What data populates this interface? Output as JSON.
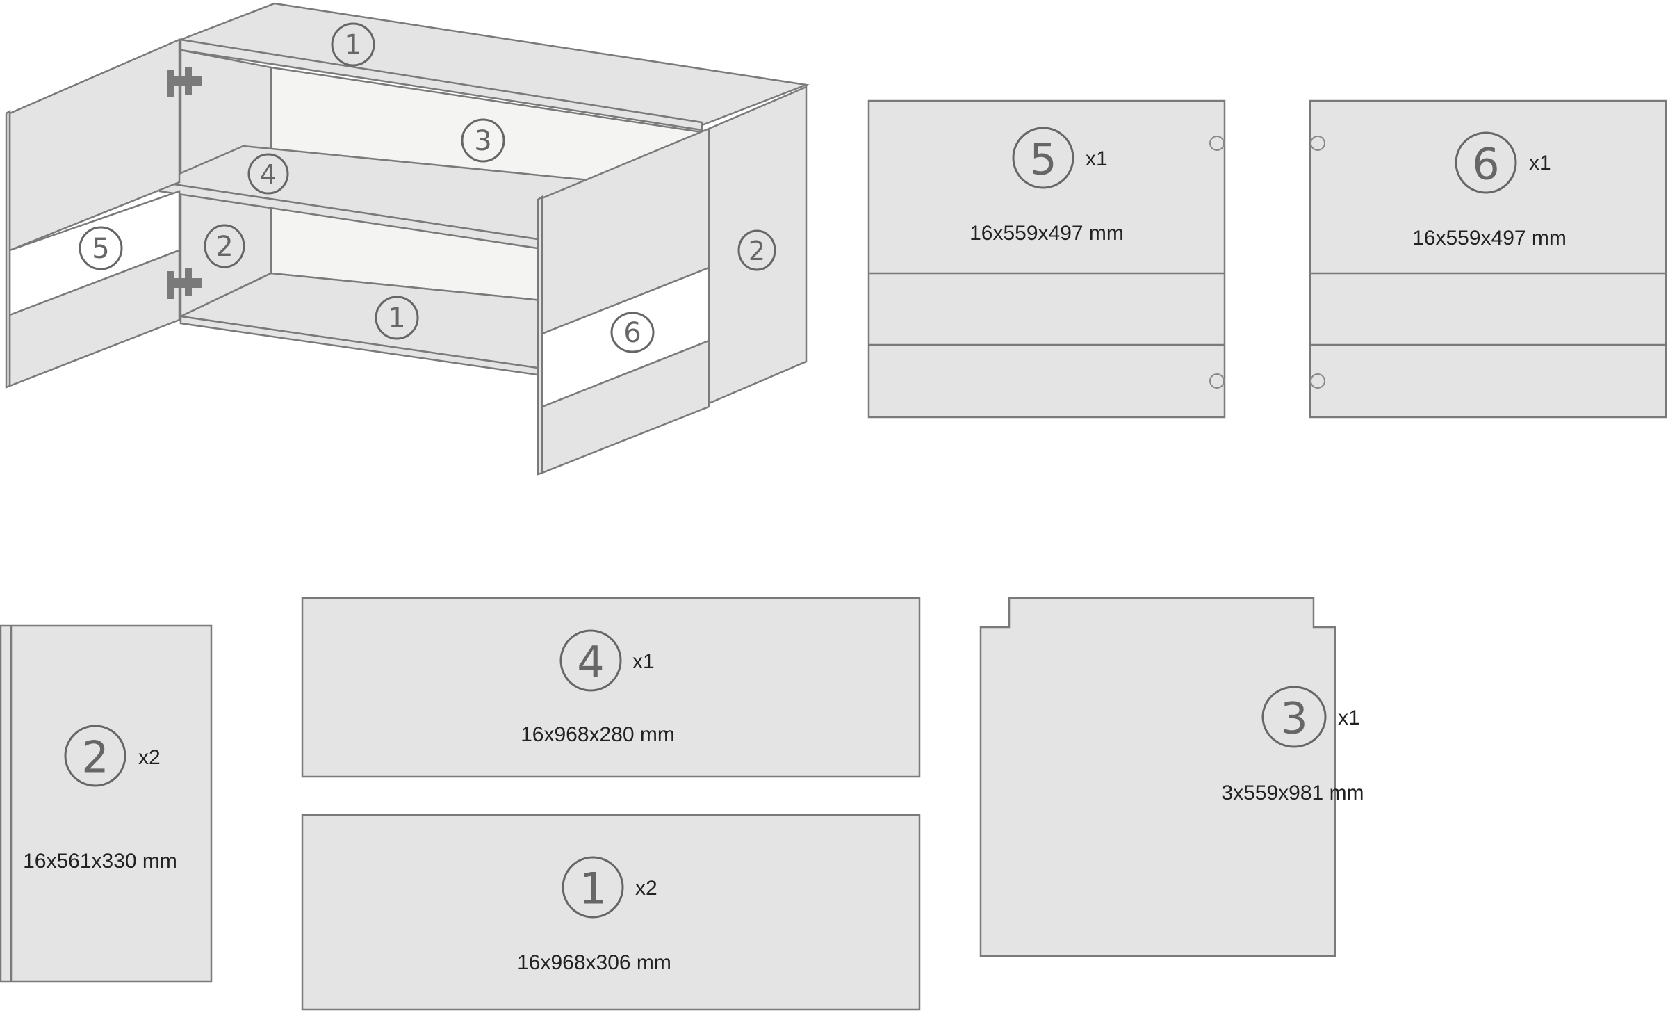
{
  "diagram": {
    "type": "furniture-assembly-parts",
    "assembly_view": {
      "labels": [
        {
          "id": "1",
          "location": "top"
        },
        {
          "id": "3",
          "location": "back"
        },
        {
          "id": "4",
          "location": "shelf"
        },
        {
          "id": "5",
          "location": "left door"
        },
        {
          "id": "2",
          "location": "left side"
        },
        {
          "id": "1",
          "location": "bottom"
        },
        {
          "id": "6",
          "location": "right door"
        },
        {
          "id": "2",
          "location": "right side"
        }
      ]
    },
    "parts": [
      {
        "id": "5",
        "qty": "x1",
        "dims": "16x559x497 mm"
      },
      {
        "id": "6",
        "qty": "x1",
        "dims": "16x559x497 mm"
      },
      {
        "id": "2",
        "qty": "x2",
        "dims": "16x561x330 mm"
      },
      {
        "id": "4",
        "qty": "x1",
        "dims": "16x968x280 mm"
      },
      {
        "id": "1",
        "qty": "x2",
        "dims": "16x968x306 mm"
      },
      {
        "id": "3",
        "qty": "x1",
        "dims": "3x559x981 mm"
      }
    ],
    "colors": {
      "panel": "#e3e4e3",
      "line": "#7a7a7a",
      "inner": "#f4f4f3"
    }
  }
}
